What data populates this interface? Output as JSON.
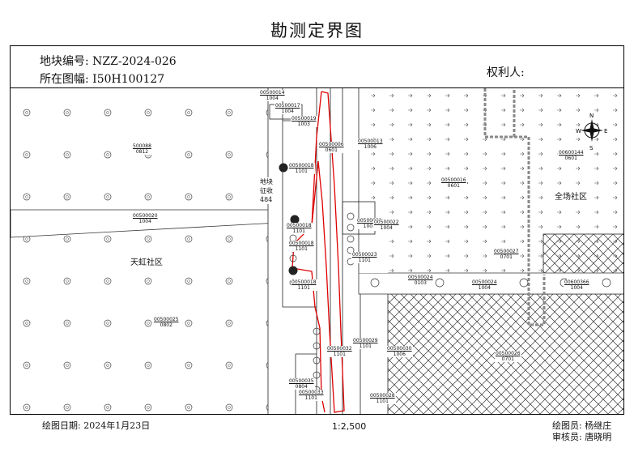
{
  "title": "勘测定界图",
  "header": {
    "parcel_label": "地块编号: NZZ-2024-026",
    "sheet_label": "所在图幅: I50H100127",
    "owner_label": "权利人:"
  },
  "footer": {
    "date_label": "绘图日期: 2024年1月23日",
    "scale": "1:2,500",
    "drafter_label": "绘图员: 杨继庄",
    "reviewer_label": "审核员: 唐晓明"
  },
  "map": {
    "communities": [
      "天虹社区",
      "全场社区"
    ],
    "compass": {
      "n": "N",
      "s": "S",
      "e": "E",
      "w": "W"
    },
    "parcel_note": [
      "地块",
      "征收",
      "484"
    ],
    "parcels": [
      {
        "code": "500088",
        "cls": "0812"
      },
      {
        "code": "00500020",
        "cls": "1004"
      },
      {
        "code": "00500025",
        "cls": "0802"
      },
      {
        "code": "00500014",
        "cls": "1004"
      },
      {
        "code": "00500017",
        "cls": "1004"
      },
      {
        "code": "00500019",
        "cls": "1003"
      },
      {
        "code": "00500018",
        "cls": "1101"
      },
      {
        "code": "00500018",
        "cls": "1101"
      },
      {
        "code": "00500018",
        "cls": "1101"
      },
      {
        "code": "00500018",
        "cls": "1101"
      },
      {
        "code": "00500032",
        "cls": "1101"
      },
      {
        "code": "00500013",
        "cls": "1006"
      },
      {
        "code": "00500016",
        "cls": "0601"
      },
      {
        "code": "00600144",
        "cls": "0601"
      },
      {
        "code": "00500021",
        "cls": "1003"
      },
      {
        "code": "00500022",
        "cls": "1004"
      },
      {
        "code": "00500023",
        "cls": "1101"
      },
      {
        "code": "00500024",
        "cls": "0103"
      },
      {
        "code": "00500024",
        "cls": "1004"
      },
      {
        "code": "00600366",
        "cls": "1004"
      },
      {
        "code": "00500029",
        "cls": "1101"
      },
      {
        "code": "00500030",
        "cls": "1006"
      },
      {
        "code": "00500026",
        "cls": "0701"
      },
      {
        "code": "00500035",
        "cls": "0804"
      },
      {
        "code": "00500033",
        "cls": "1101"
      },
      {
        "code": "00500028",
        "cls": "1101"
      },
      {
        "code": "00500006",
        "cls": "0601"
      },
      {
        "code": "00500027",
        "cls": "0701"
      }
    ]
  }
}
